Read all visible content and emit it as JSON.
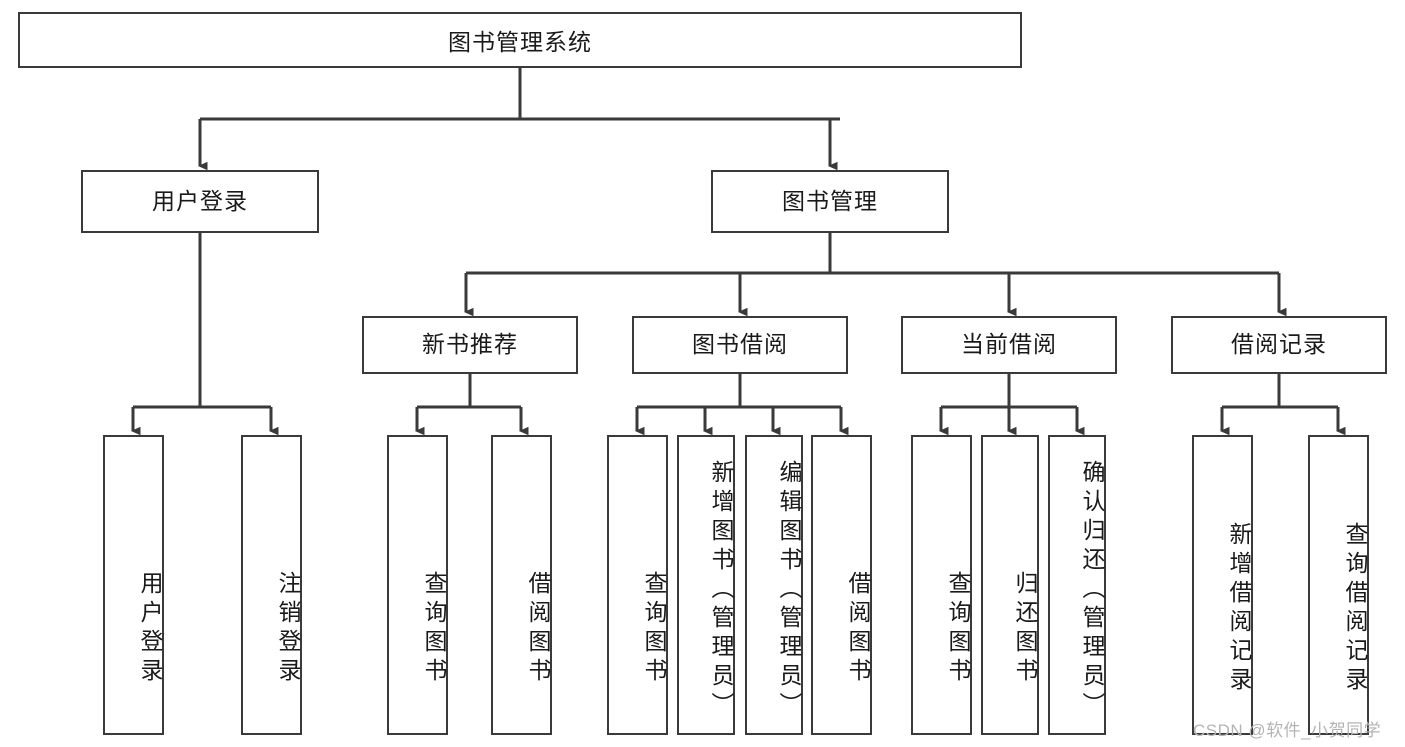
{
  "diagram": {
    "title": "图书管理系统",
    "type": "hierarchy-tree",
    "orientation": "top-down",
    "colors": {
      "box_border": "#3a3a3a",
      "box_fill": "#ffffff",
      "connector": "#3a3a3a",
      "text": "#1a1a1a",
      "watermark": "#b4b4b4"
    }
  },
  "root": {
    "label": "图书管理系统"
  },
  "level2": [
    {
      "id": "user-login",
      "label": "用户登录"
    },
    {
      "id": "book-manage",
      "label": "图书管理"
    }
  ],
  "level3": [
    {
      "id": "new-book-recommend",
      "label": "新书推荐"
    },
    {
      "id": "book-borrow",
      "label": "图书借阅"
    },
    {
      "id": "current-borrow",
      "label": "当前借阅"
    },
    {
      "id": "borrow-record",
      "label": "借阅记录"
    }
  ],
  "leaves": {
    "user_login": [
      {
        "id": "leaf-user-login",
        "label": "用户登录"
      },
      {
        "id": "leaf-logout-login",
        "label": "注销登录"
      }
    ],
    "new_book_recommend": [
      {
        "id": "leaf-query-book-1",
        "label": "查询图书"
      },
      {
        "id": "leaf-borrow-book-1",
        "label": "借阅图书"
      }
    ],
    "book_borrow": [
      {
        "id": "leaf-query-book-2",
        "label": "查询图书"
      },
      {
        "id": "leaf-add-book",
        "label": "新增图书（管理员）"
      },
      {
        "id": "leaf-edit-book",
        "label": "编辑图书（管理员）"
      },
      {
        "id": "leaf-borrow-book-2",
        "label": "借阅图书"
      }
    ],
    "current_borrow": [
      {
        "id": "leaf-query-book-3",
        "label": "查询图书"
      },
      {
        "id": "leaf-return-book",
        "label": "归还图书"
      },
      {
        "id": "leaf-confirm-return",
        "label": "确认归还（管理员）"
      }
    ],
    "borrow_record": [
      {
        "id": "leaf-add-record",
        "label": "新增借阅记录"
      },
      {
        "id": "leaf-query-record",
        "label": "查询借阅记录"
      }
    ]
  },
  "watermark": {
    "text": "CSDN @软件_小贺同学"
  }
}
